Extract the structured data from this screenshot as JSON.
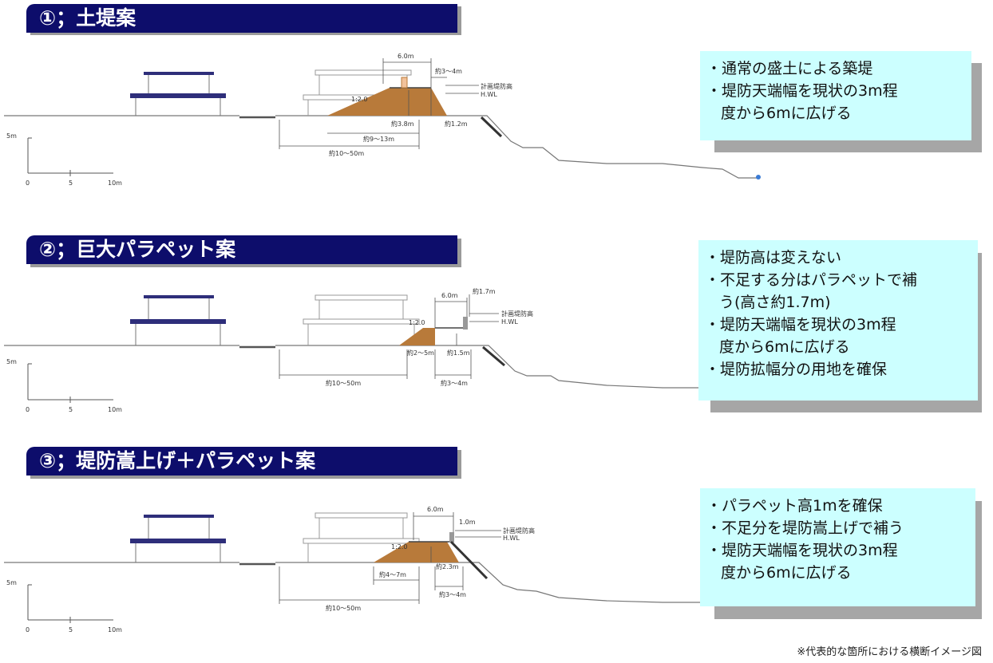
{
  "sections": [
    {
      "title": "①；土堤案",
      "labels": {
        "crest": "6.0m",
        "rise": "約3〜4m",
        "design_h": "計画堤防高",
        "hwl": "H.WL",
        "slope": "1:2.0",
        "height": "約3.8m",
        "gap": "約1.2m",
        "base": "約9〜13m",
        "span": "約10〜50m"
      },
      "note": [
        "・通常の盛土による築堤",
        "・堤防天端幅を現状の3m程",
        "度から6mに広げる"
      ]
    },
    {
      "title": "②；巨大パラペット案",
      "labels": {
        "parapet": "約1.7m",
        "crest": "6.0m",
        "design_h": "計画堤防高",
        "hwl": "H.WL",
        "slope": "1:2.0",
        "toe": "約2〜5m",
        "height": "約1.5m",
        "span": "約10〜50m",
        "rise": "約3〜4m"
      },
      "note": [
        "・堤防高は変えない",
        "・不足する分はパラペットで補",
        "う(高さ約1.7m)",
        "・堤防天端幅を現状の3m程",
        "度から6mに広げる",
        "・堤防拡幅分の用地を確保"
      ]
    },
    {
      "title": "③；堤防嵩上げ＋パラペット案",
      "labels": {
        "parapet": "1.0m",
        "crest": "6.0m",
        "design_h": "計画堤防高",
        "hwl": "H.WL",
        "slope": "1:2.0",
        "toe": "約4〜7m",
        "height": "約2.3m",
        "span": "約10〜50m",
        "rise": "約3〜4m"
      },
      "note": [
        "・パラペット高1mを確保",
        "・不足分を堤防嵩上げで補う",
        "・堤防天端幅を現状の3m程",
        "度から6mに広げる"
      ]
    }
  ],
  "scale": {
    "height": "5m",
    "t0": "0",
    "t5": "5",
    "t10": "10m"
  },
  "footnote": "※代表的な箇所における横断イメージ図",
  "colors": {
    "title_bg": "#0d0d6b",
    "note_bg": "#ccffff",
    "house_roof": "#2e2e7a",
    "embankment": "#b87a3a"
  }
}
